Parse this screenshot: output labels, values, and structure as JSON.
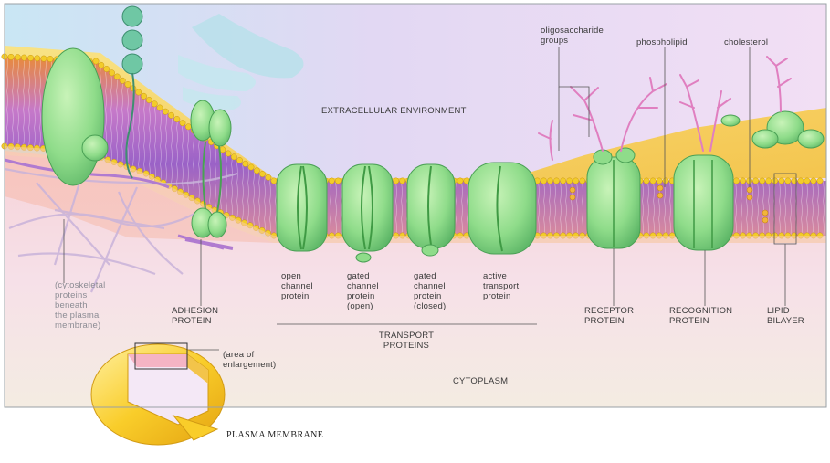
{
  "labels": {
    "extracellular": "EXTRACELLULAR ENVIRONMENT",
    "cytoplasm": "CYTOPLASM",
    "oligosaccharide": [
      "oligosaccharide",
      "groups"
    ],
    "phospholipid": "phospholipid",
    "cholesterol": "cholesterol",
    "cytoskeletal": [
      "(cytoskeletal",
      "proteins",
      "beneath",
      "the plasma",
      "membrane)"
    ],
    "adhesion": [
      "ADHESION",
      "PROTEIN"
    ],
    "open_channel": [
      "open",
      "channel",
      "protein"
    ],
    "gated_open": [
      "gated",
      "channel",
      "protein",
      "(open)"
    ],
    "gated_closed": [
      "gated",
      "channel",
      "protein",
      "(closed)"
    ],
    "active_transport": [
      "active",
      "transport",
      "protein"
    ],
    "transport_proteins": [
      "TRANSPORT",
      "PROTEINS"
    ],
    "receptor": [
      "RECEPTOR",
      "PROTEIN"
    ],
    "recognition": [
      "RECOGNITION",
      "PROTEIN"
    ],
    "lipid_bilayer": [
      "LIPID",
      "BILAYER"
    ],
    "area_enlargement": [
      "(area of",
      "enlargement)"
    ],
    "plasma_membrane": "PLASMA MEMBRANE"
  },
  "colors": {
    "protein": "#8fdc8a",
    "protein_dark": "#3f9a44",
    "head": "#f3cc2a",
    "tail": "#b067c9",
    "sugar": "#e07fc0",
    "sky": "#e9ddf7",
    "cytoplasm": "#f8ead8"
  }
}
